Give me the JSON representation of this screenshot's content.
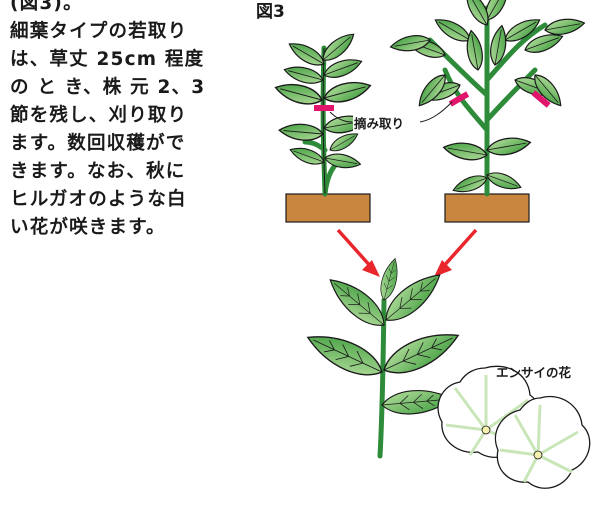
{
  "body_text": {
    "lines": [
      "(図3)。",
      "細葉タイプの若取り",
      "は、草丈 25cm 程度",
      "の と き、株 元 2、3",
      "節を残し、刈り取り",
      "ます。数回収穫がで",
      "きます。なお、秋に",
      "ヒルガオのような白",
      "い花が咲きます。"
    ]
  },
  "figure": {
    "label": "図3",
    "callout": "摘み取り",
    "flower_label": "エンサイの花"
  },
  "colors": {
    "leaf_green": "#3f9a3a",
    "leaf_light": "#bfe3a6",
    "stem_green": "#2e8b3a",
    "soil": "#c8863f",
    "cut_mark": "#e0156b",
    "arrow": "#e8262b"
  }
}
